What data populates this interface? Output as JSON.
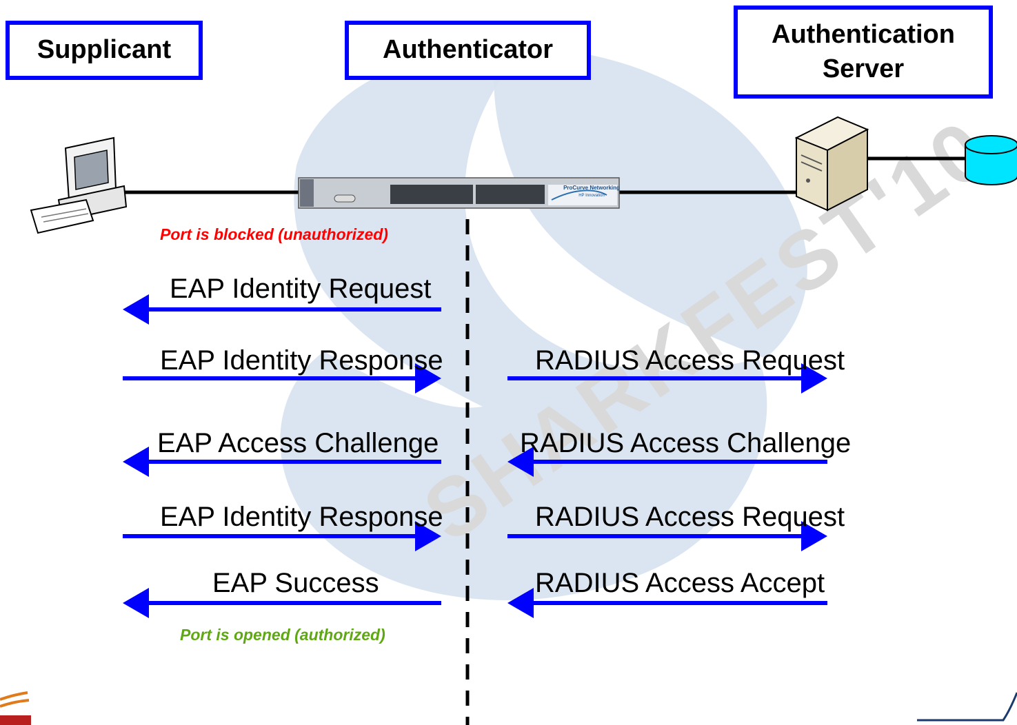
{
  "roles": {
    "supplicant": "Supplicant",
    "authenticator": "Authenticator",
    "server_line1": "Authentication",
    "server_line2": "Server"
  },
  "devices": {
    "switch_label": "ProCurve Networking",
    "switch_sublabel": "HP Innovation"
  },
  "status": {
    "blocked": "Port is blocked (unauthorized)",
    "opened": "Port is opened (authorized)"
  },
  "messages_left": [
    {
      "text": "EAP Identity Request",
      "direction": "left"
    },
    {
      "text": "EAP Identity Response",
      "direction": "right"
    },
    {
      "text": "EAP Access Challenge",
      "direction": "left"
    },
    {
      "text": "EAP Identity Response",
      "direction": "right"
    },
    {
      "text": "EAP Success",
      "direction": "left"
    }
  ],
  "messages_right": [
    {
      "text": "RADIUS Access Request",
      "direction": "right"
    },
    {
      "text": "RADIUS Access Challenge",
      "direction": "left"
    },
    {
      "text": "RADIUS Access Request",
      "direction": "right"
    },
    {
      "text": "RADIUS Access Accept",
      "direction": "left"
    }
  ],
  "watermark": "SHARKFEST'10",
  "colors": {
    "box_border": "#0000ff",
    "arrow": "#0000ff",
    "blocked": "#ff0000",
    "opened": "#5fa814",
    "database": "#00e5ff"
  }
}
